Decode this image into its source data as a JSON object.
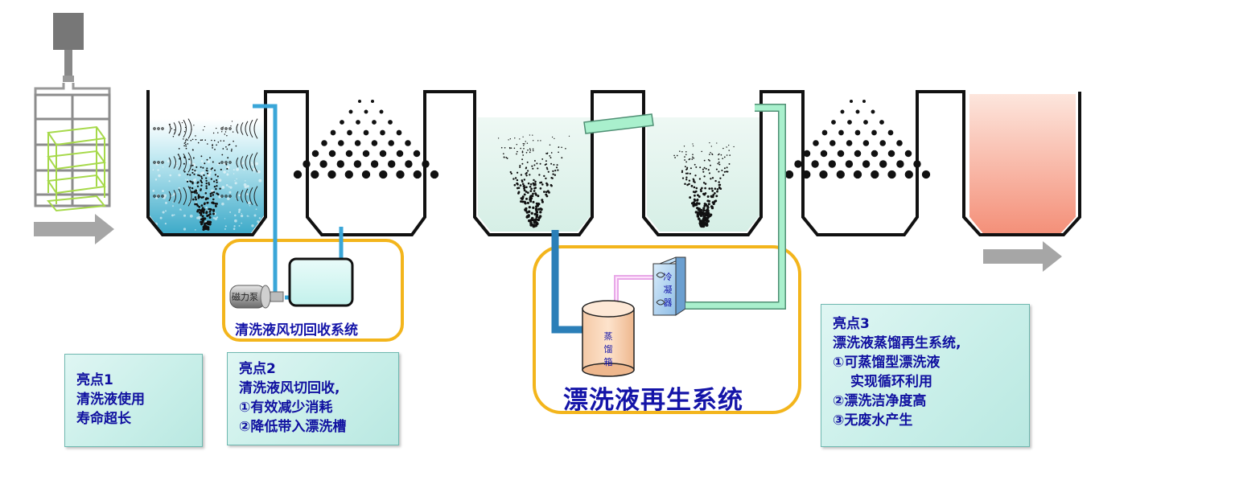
{
  "pump_label": "磁力泵",
  "distill_label": [
    "蒸",
    "馏",
    "箱"
  ],
  "condenser_label": [
    "冷",
    "凝",
    "器"
  ],
  "system1_label": "清洗液风切回收系统",
  "system2_label": "漂洗液再生系统",
  "highlight1": {
    "lines": [
      "亮点1",
      "清洗液使用",
      "寿命超长"
    ]
  },
  "highlight2": {
    "lines": [
      "亮点2",
      "清洗液风切回收,",
      "①有效减少消耗",
      "②降低带入漂洗槽"
    ]
  },
  "highlight3": {
    "lines": [
      "亮点3",
      "漂洗液蒸馏再生系统,",
      "①可蒸馏型漂洗液",
      "实现循环利用",
      "②漂洗洁净度高",
      "③无废水产生"
    ]
  },
  "colors": {
    "accent_box": "#f3b51c",
    "text_blue": "#1414a8",
    "pipe_blue": "#3aa6d8",
    "pipe_green": "#9fe8c6",
    "pipe_pink": "#e8a8e8",
    "tank_rinse": "#e6f5f0",
    "tank_clean": "#62c2d9",
    "tank_final": "#f6a08e"
  },
  "icons": [
    "basket-icon",
    "arrow-right-icon",
    "spray-icon",
    "ultrasonic-wave-icon",
    "pump-icon",
    "condenser-icon",
    "distill-tank-icon"
  ]
}
